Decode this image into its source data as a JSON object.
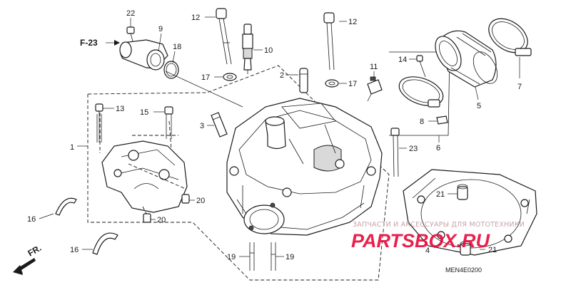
{
  "callouts": {
    "c1": "1",
    "c2": "2",
    "c3": "3",
    "c4": "4",
    "c5": "5",
    "c6": "6",
    "c7": "7",
    "c8": "8",
    "c9": "9",
    "c10": "10",
    "c11": "11",
    "c12a": "12",
    "c12b": "12",
    "c13": "13",
    "c14": "14",
    "c15": "15",
    "c16a": "16",
    "c16b": "16",
    "c17a": "17",
    "c17b": "17",
    "c18": "18",
    "c19a": "19",
    "c19b": "19",
    "c20a": "20",
    "c20b": "20",
    "c21a": "21",
    "c21b": "21",
    "c22": "22",
    "c23": "23"
  },
  "reference": {
    "label": "F-23"
  },
  "front": {
    "label": "FR."
  },
  "diagram_code": "MEN4E0200",
  "watermark": {
    "tagline": "ЗАПЧАСТИ И АКСЕССУАРЫ ДЛЯ МОТОТЕХНИКИ",
    "logo": "PARTSBOX.RU"
  }
}
